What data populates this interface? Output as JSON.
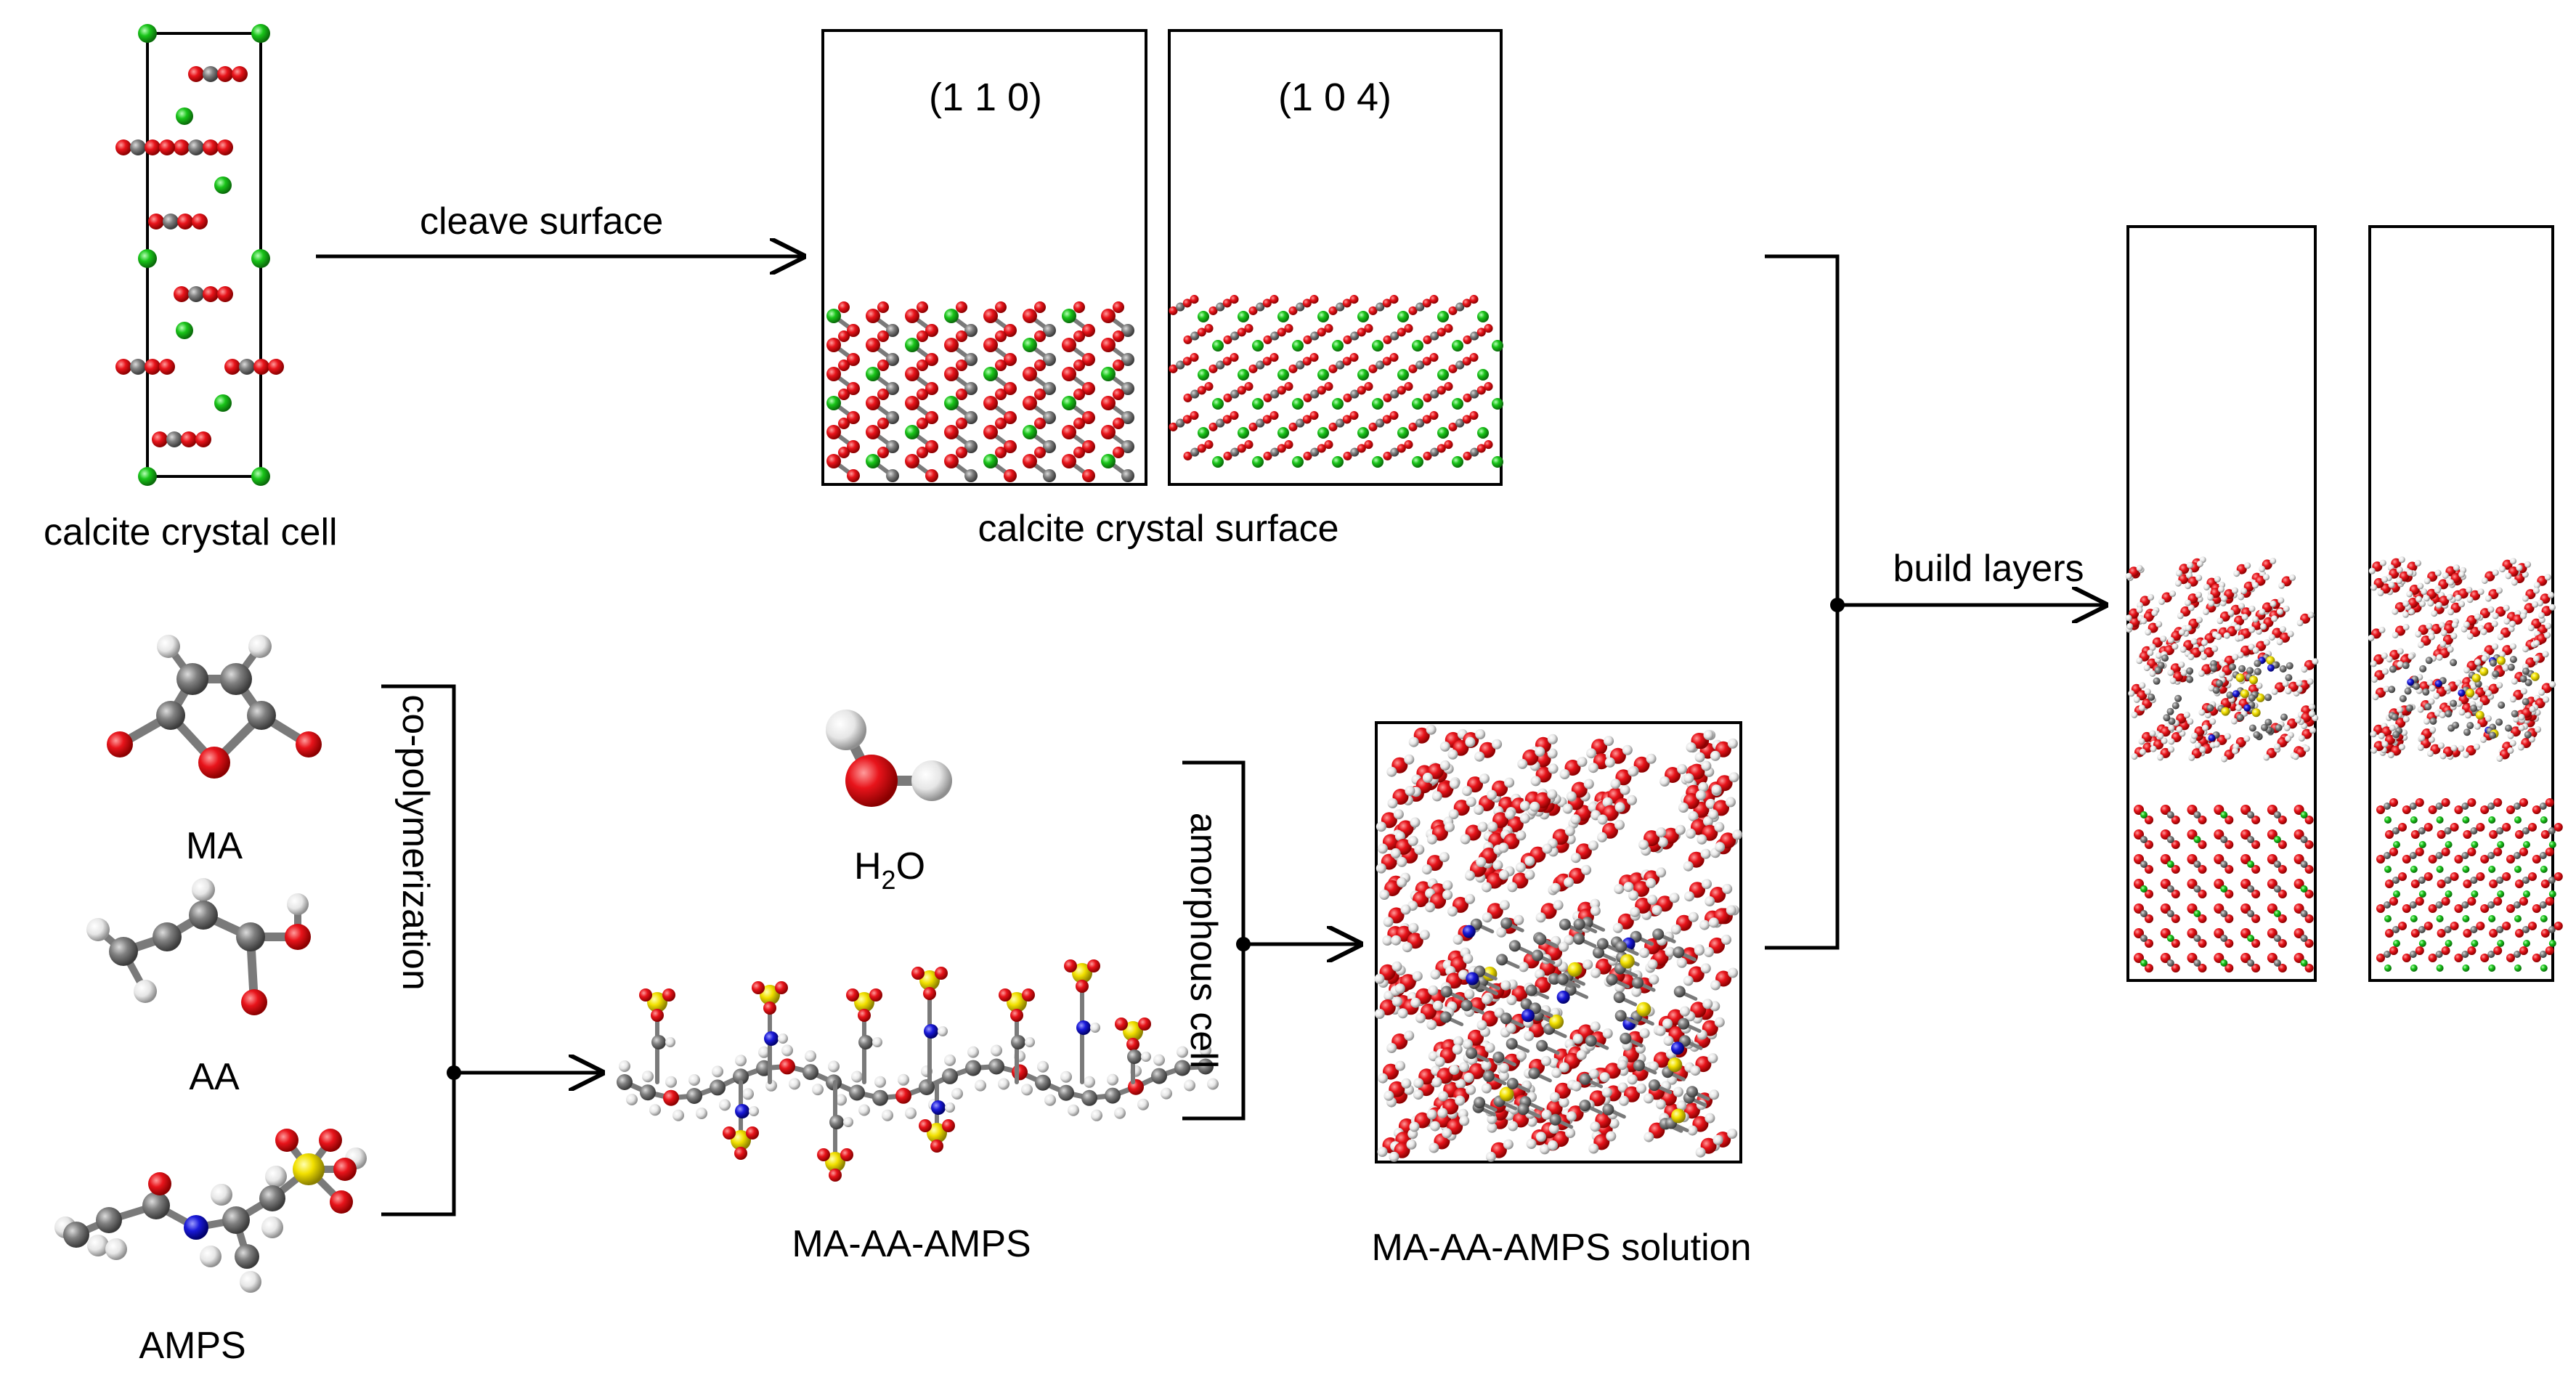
{
  "labels": {
    "calcite_cell": "calcite crystal cell",
    "cleave": "cleave surface",
    "surface_110": "(1 1 0)",
    "surface_104": "(1 0 4)",
    "calcite_surface": "calcite crystal surface",
    "build_layers": "build layers",
    "ma": "MA",
    "aa": "AA",
    "amps": "AMPS",
    "copolymerization": "co-polymerization",
    "water_main": "H",
    "water_sub": "2",
    "water_tail": "O",
    "polymer": "MA-AA-AMPS",
    "amorphous": "amorphous cell",
    "solution": "MA-AA-AMPS solution"
  },
  "colors": {
    "oxygen": "#e8141b",
    "carbon": "#808080",
    "calcium": "#19c419",
    "hydrogen": "#e6e6e6",
    "sulfur": "#f2e000",
    "nitrogen": "#1a1ad9"
  }
}
